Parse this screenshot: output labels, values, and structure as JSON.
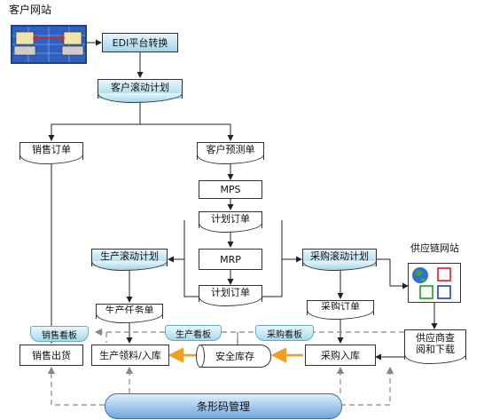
{
  "customer_site": {
    "label": "客户网站"
  },
  "edi_box": {
    "label": "EDI平台转换"
  },
  "customer_rolling_plan": {
    "label": "客户滚动计划"
  },
  "sales_order": {
    "label": "销售订单"
  },
  "customer_forecast": {
    "label": "客户预测单"
  },
  "mps": {
    "label": "MPS"
  },
  "planned_order_top": {
    "label": "计划订单"
  },
  "mrp": {
    "label": "MRP"
  },
  "planned_order_bottom": {
    "label": "计划订单"
  },
  "production_rolling_plan": {
    "label": "生产滚动计划"
  },
  "purchase_rolling_plan": {
    "label": "采购滚动计划"
  },
  "production_task_order": {
    "label": "生产任务单"
  },
  "purchase_order": {
    "label": "采购订单"
  },
  "supply_chain_site": {
    "label": "供应链网站"
  },
  "supplier_download": {
    "label": "供应商查阅和下载"
  },
  "kanban_sales": {
    "label": "销售看板"
  },
  "kanban_production": {
    "label": "生产看板"
  },
  "kanban_purchase": {
    "label": "采购看板"
  },
  "sales_shipment": {
    "label": "销售出货"
  },
  "production_material_in": {
    "label": "生产领料/入库"
  },
  "safety_stock": {
    "label": "安全库存"
  },
  "purchase_receipt": {
    "label": "采购入库"
  },
  "barcode_mgmt": {
    "label": "条形码管理"
  },
  "colors": {
    "arrow_orange": "#f0a020",
    "dashed_gray": "#888888",
    "doc_blue": "#9fd6ea"
  }
}
